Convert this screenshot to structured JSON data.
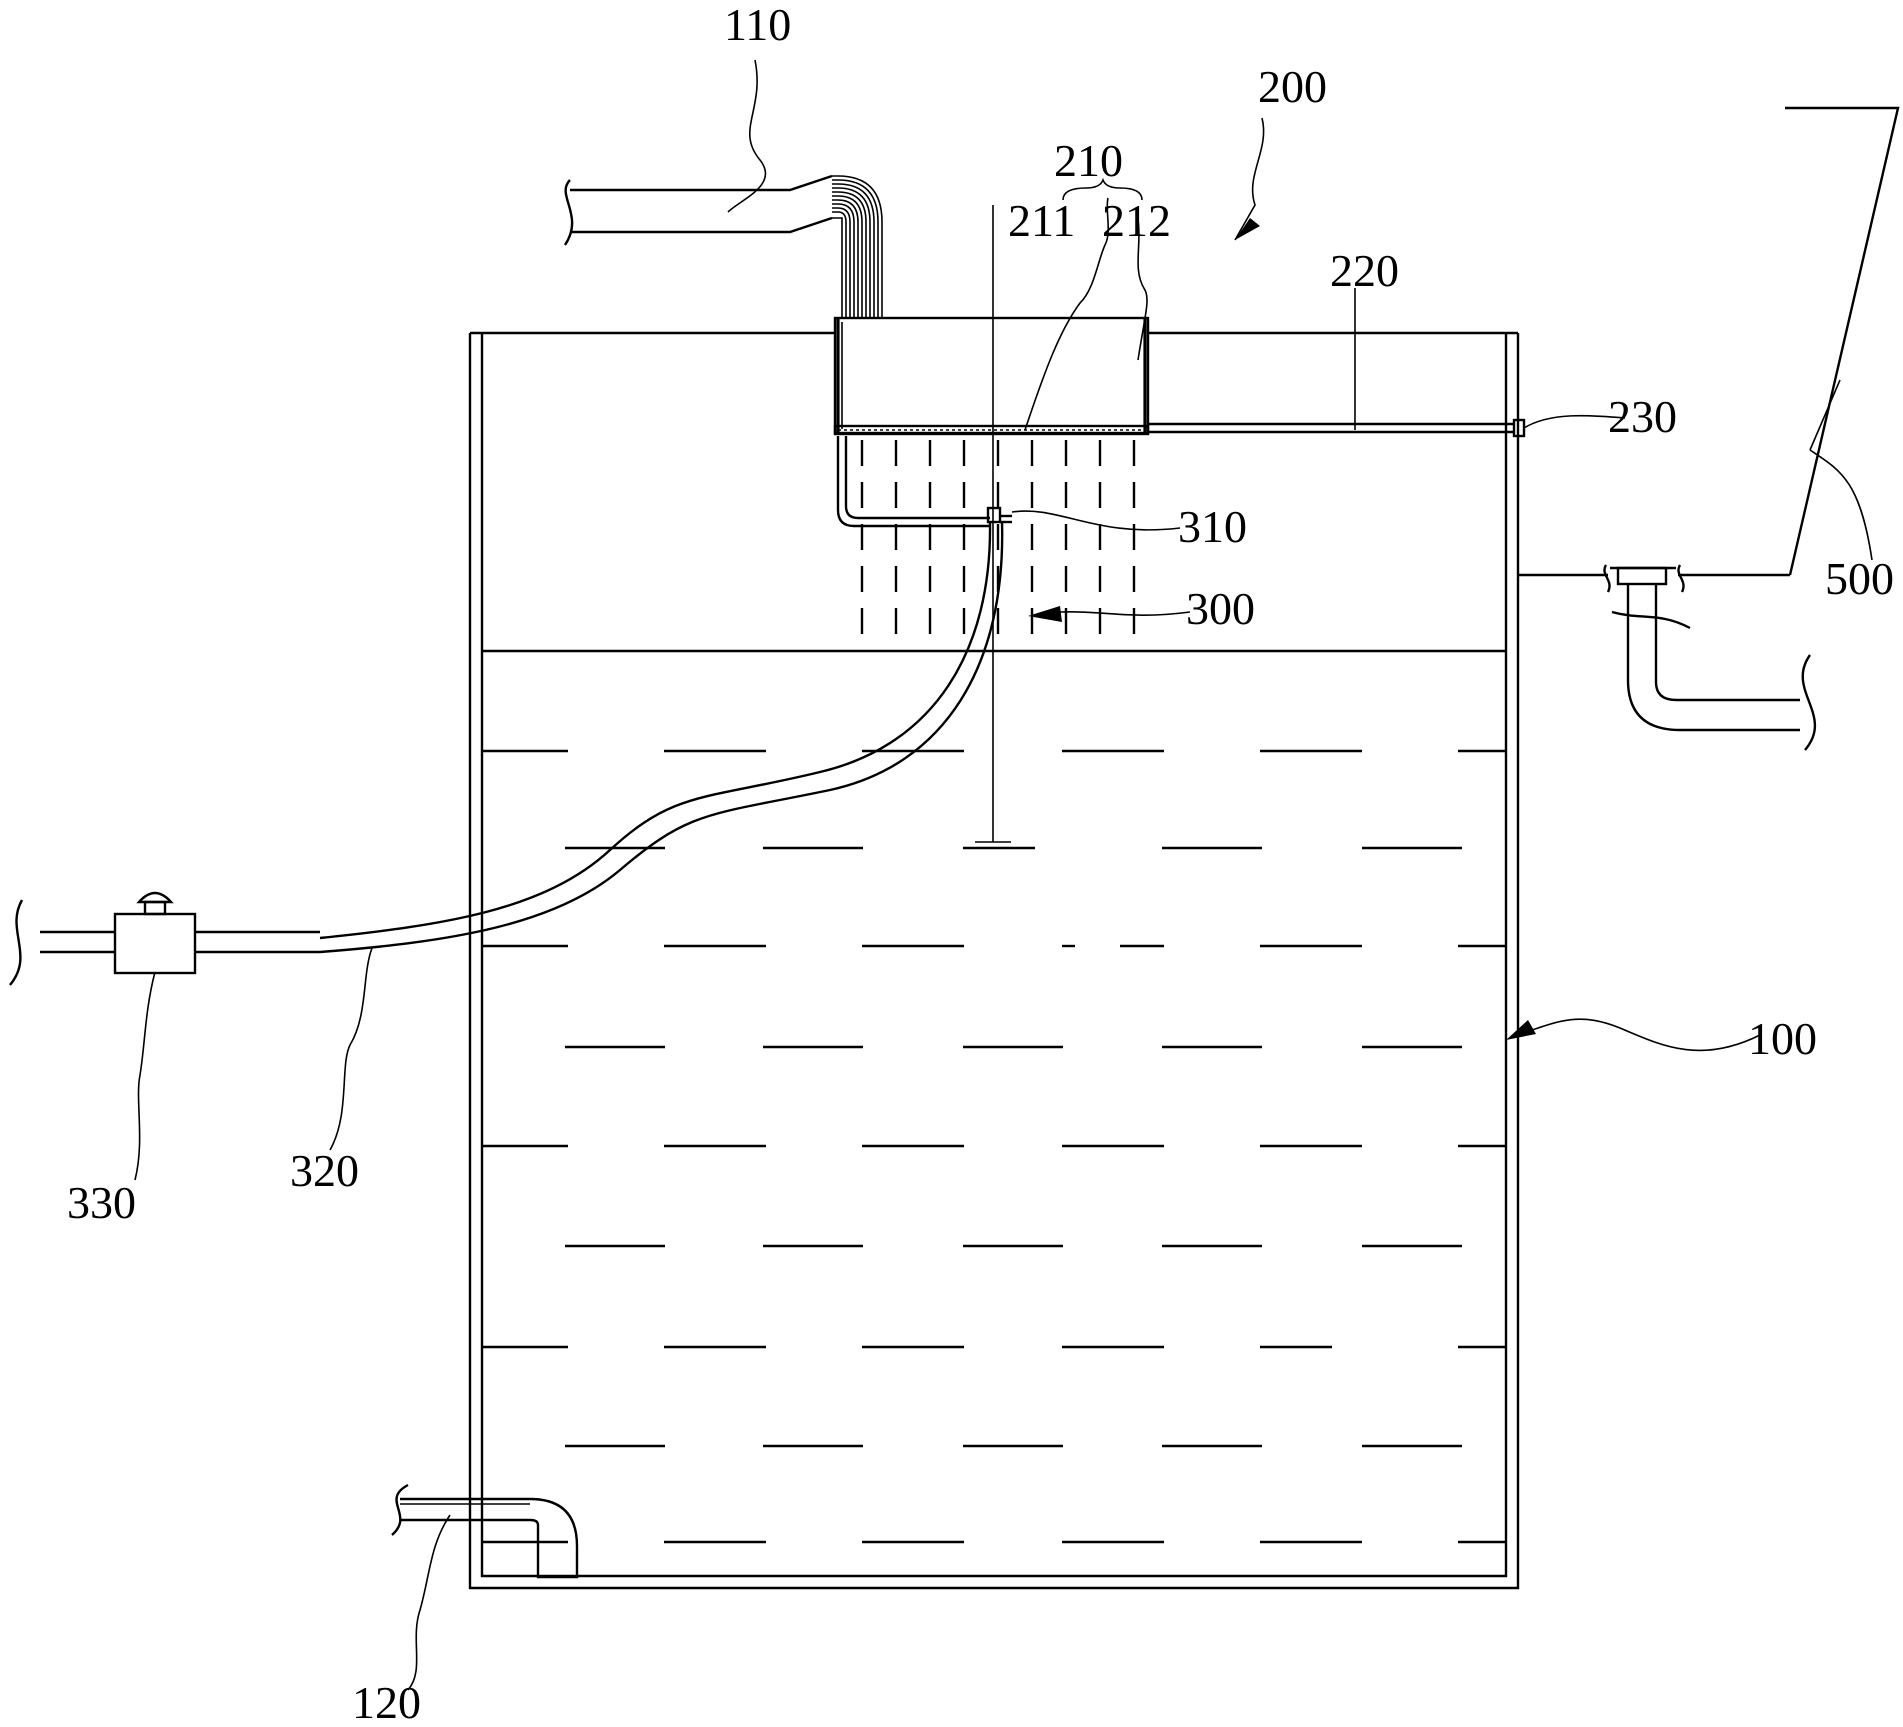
{
  "labels": {
    "l110": "110",
    "l200": "200",
    "l210": "210",
    "l211": "211",
    "l212": "212",
    "l220": "220",
    "l230": "230",
    "l310": "310",
    "l300": "300",
    "l500": "500",
    "l100": "100",
    "l330": "330",
    "l320": "320",
    "l120": "120"
  }
}
